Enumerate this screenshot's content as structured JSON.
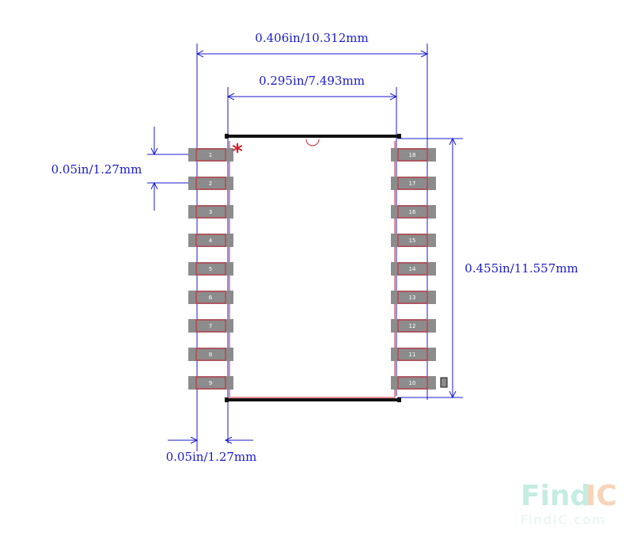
{
  "dimensions": {
    "overall_width": "0.406in/10.312mm",
    "body_width": "0.295in/7.493mm",
    "pin_pitch_vertical": "0.05in/1.27mm",
    "body_height": "0.455in/11.557mm",
    "pad_offset": "0.05in/1.27mm"
  },
  "pins": {
    "left": [
      "1",
      "2",
      "3",
      "4",
      "5",
      "6",
      "7",
      "8",
      "9"
    ],
    "right": [
      "18",
      "17",
      "16",
      "15",
      "14",
      "13",
      "12",
      "11",
      "10"
    ]
  },
  "pin1_marker": "*",
  "watermark": {
    "logo_part1": "Find",
    "logo_part2": "IC",
    "url": "FindIC.com"
  },
  "colors": {
    "dimension": "#1a1ad0",
    "outline": "#cc2233",
    "pad": "#8c8c8c",
    "body_edge": "#111111"
  }
}
